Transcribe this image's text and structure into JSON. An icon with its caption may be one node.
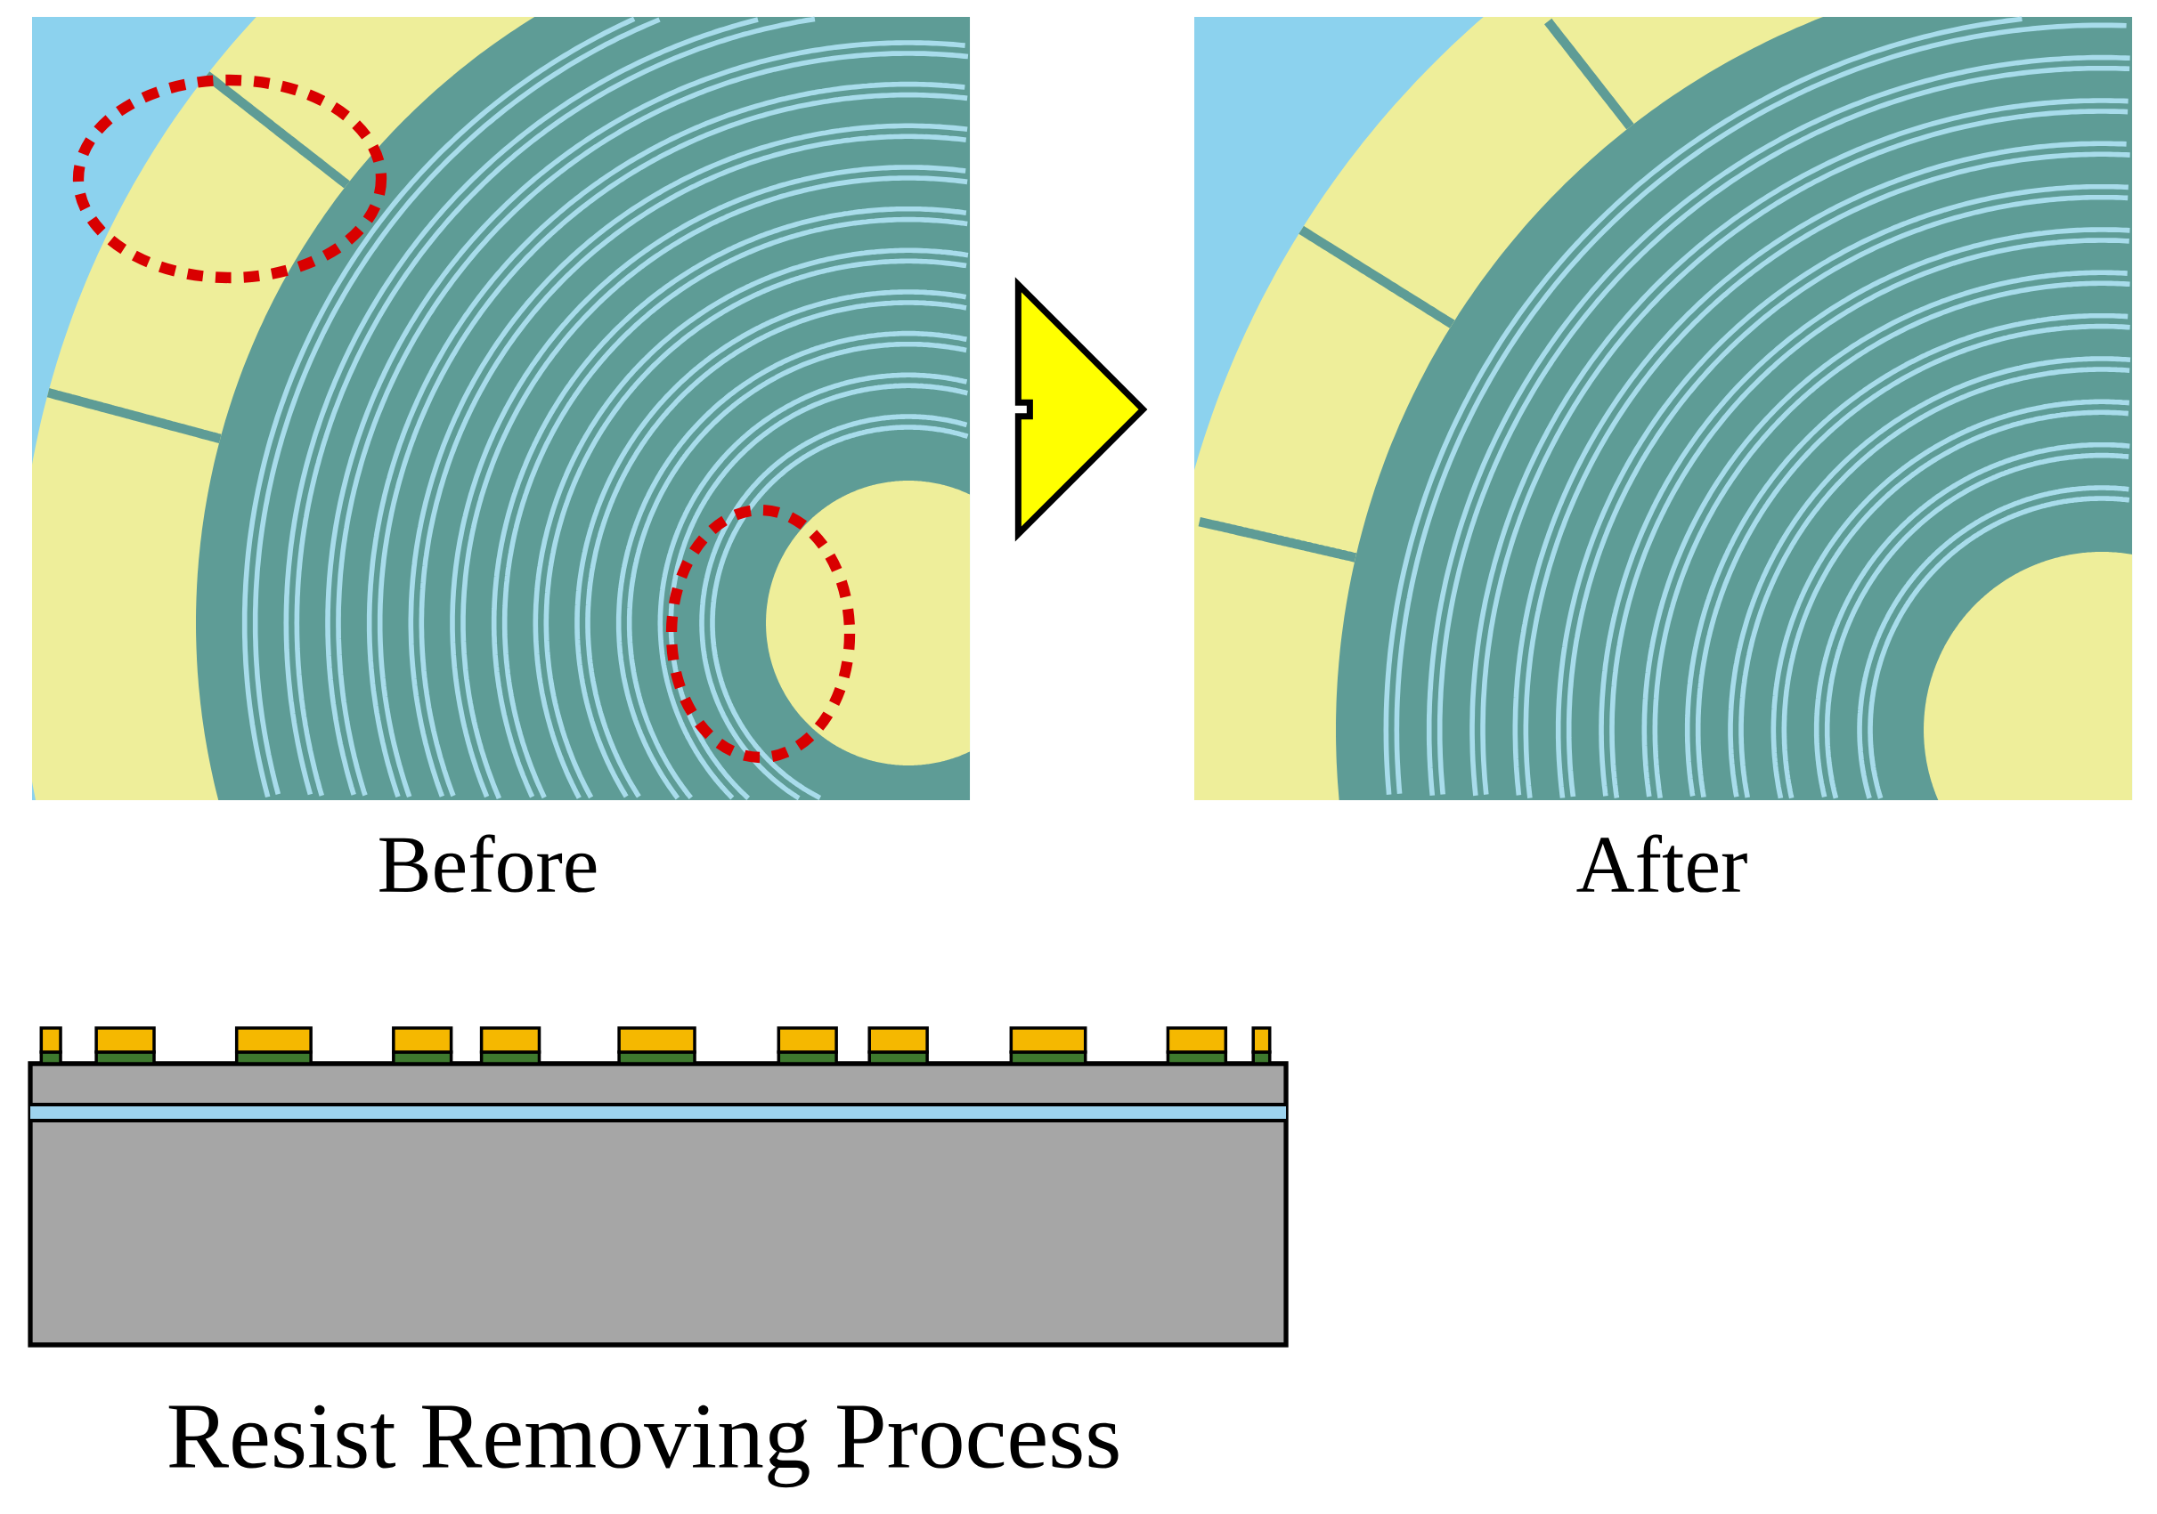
{
  "diagram": {
    "nodes": [
      {
        "text": [],
        "shape": "picture",
        "beside": [
          "Before"
        ]
      },
      {
        "text": [],
        "shape": "picture",
        "beside": [
          "After"
        ]
      },
      {
        "text": [],
        "shape": "picture",
        "beside": [
          "Resist Removing Process"
        ]
      }
    ],
    "edges": [
      {
        "from": 0,
        "to": 1,
        "arrow": "to"
      }
    ]
  }
}
